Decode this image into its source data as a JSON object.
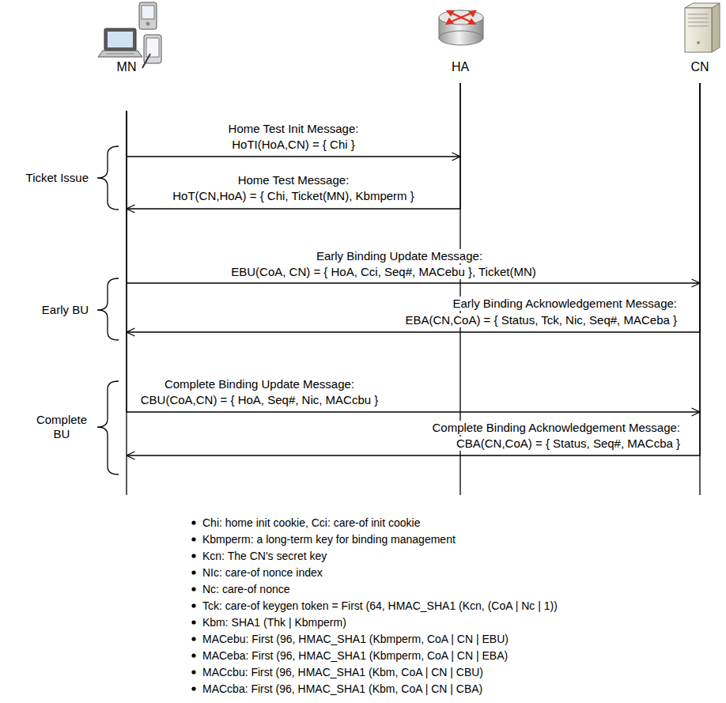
{
  "diagram": {
    "nodes": [
      {
        "text": [
          "MN"
        ]
      },
      {
        "text": [
          "HA"
        ]
      },
      {
        "text": [
          "CN"
        ]
      }
    ],
    "edges": [
      {
        "from": 0,
        "to": 1,
        "arrow": "to",
        "label": "Home Test Init Message:"
      },
      {
        "from": 1,
        "to": 0,
        "arrow": "to",
        "label": "Home Test Message:"
      },
      {
        "from": 0,
        "to": 2,
        "arrow": "to",
        "label": "Early Binding Update Message:"
      },
      {
        "from": 2,
        "to": 0,
        "arrow": "to",
        "label": "Early Binding Acknowledgement Message:"
      },
      {
        "from": 0,
        "to": 2,
        "arrow": "to",
        "label": "Complete Binding Update Message:"
      },
      {
        "from": 2,
        "to": 0,
        "arrow": "to",
        "label": "Complete Binding Acknowledgement Message:"
      }
    ],
    "labels": [
      "HoTI(HoA,CN) = { Chi }",
      "HoT(CN,HoA) = { Chi, Ticket(MN), Kbmperm }",
      "EBU(CoA, CN) = { HoA, Cci, Seq#, MACebu }, Ticket(MN)",
      "EBA(CN,CoA) = { Status, Tck, Nic, Seq#, MACeba }",
      "CBU(CoA,CN) = { HoA, Seq#, Nic, MACcbu }",
      "CBA(CN,CoA) = { Status, Seq#, MACcba }",
      "Ticket Issue",
      "Early BU",
      "Complete BU",
      "Chi: home init cookie, Cci: care-of init cookie",
      "Kbmperm: a long-term key for binding management",
      "Kcn: The CN's secret key",
      "NIc: care-of nonce index",
      "Nc: care-of nonce",
      "Tck: care-of keygen token = First (64, HMAC_SHA1 (Kcn, (CoA | Nc | 1))",
      "Kbm: SHA1 (Thk | Kbmperm)",
      "MACebu: First (96, HMAC_SHA1 (Kbmperm, CoA | CN | EBU)",
      "MACeba: First (96, HMAC_SHA1 (Kbmperm, CoA | CN | EBA)",
      "MACcbu: First (96, HMAC_SHA1 (Kbm, CoA | CN | CBU)",
      "MACcba: First (96, HMAC_SHA1 (Kbm, CoA | CN | CBA)"
    ]
  }
}
